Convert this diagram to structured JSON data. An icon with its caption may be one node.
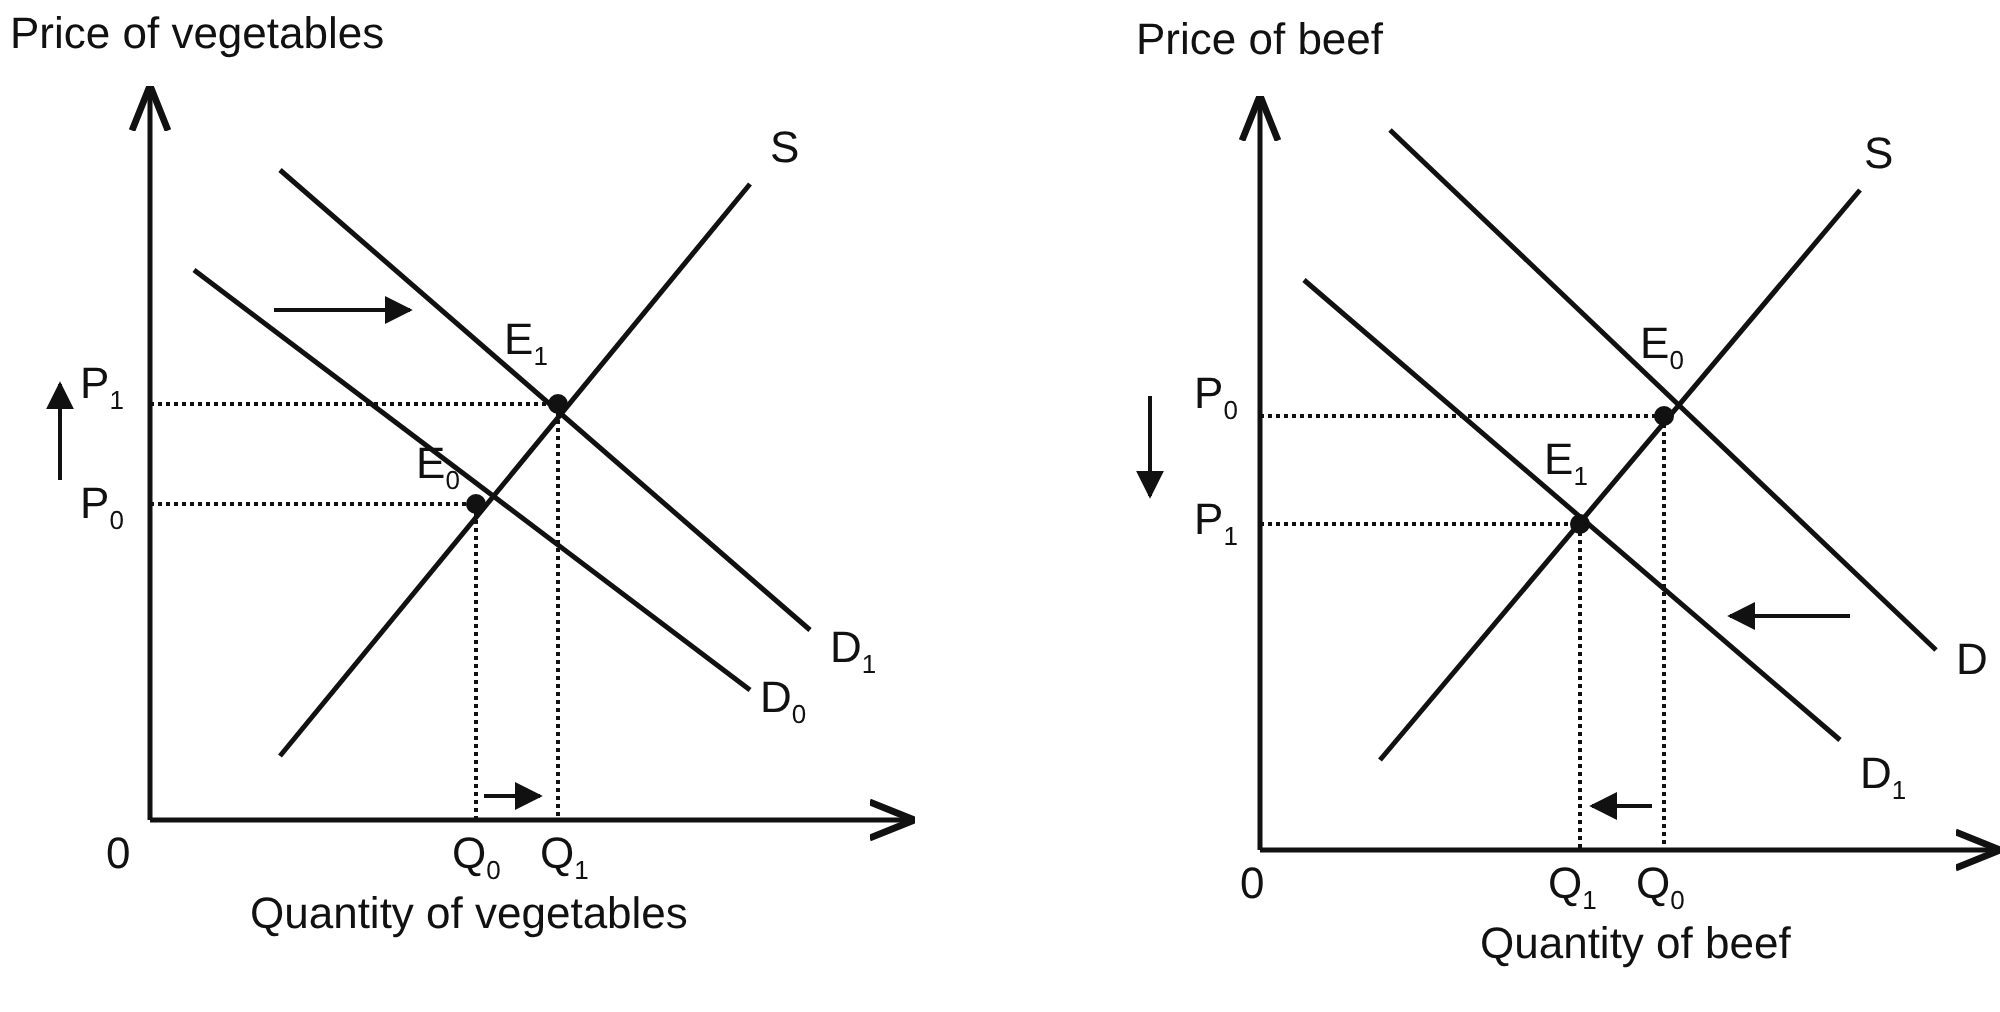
{
  "diagram": {
    "labels": [
      "Price of vegetables",
      "Price of beef",
      "S",
      "S",
      "E$_{1}$",
      "E$_{0}$",
      "P$_{1}$",
      "P$_{0}$",
      "E$_{0}$",
      "E$_{1}$",
      "P$_{0}$",
      "P$_{1}$",
      "D$_{1}$",
      "D",
      "D$_{0}$",
      "D$_{1}$",
      "0",
      "Q$_{0}$",
      "Q$_{1}$",
      "0",
      "Q$_{1}$",
      "Q$_{0}$",
      "Quantity of vegetables",
      "Quantity of beef"
    ]
  }
}
